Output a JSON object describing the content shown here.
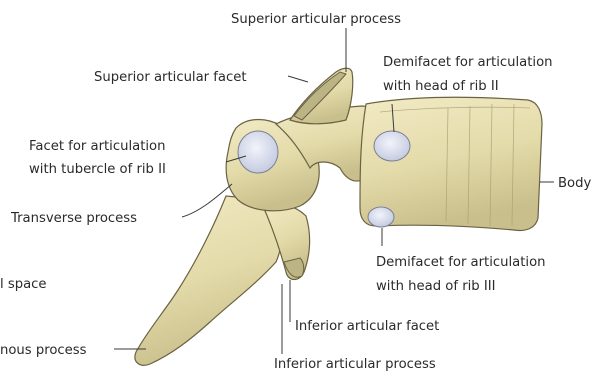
{
  "labels": {
    "superior_articular_process": "Superior articular process",
    "superior_articular_facet": "Superior articular facet",
    "demifacet_rib2_line1": "Demifacet for articulation",
    "demifacet_rib2_line2": "with head of rib II",
    "facet_tubercle_line1": "Facet for articulation",
    "facet_tubercle_line2": "with tubercle of rib II",
    "body": "Body",
    "transverse_process": "Transverse process",
    "space_fragment": "l space",
    "demifacet_rib3_line1": "Demifacet for articulation",
    "demifacet_rib3_line2": "with head of rib III",
    "inferior_articular_facet": "Inferior articular facet",
    "spinous_process_fragment": "nous process",
    "inferior_articular_process": "Inferior articular process"
  },
  "colors": {
    "bone_light": "#efe6bd",
    "bone_mid": "#ddd3a2",
    "bone_shadow": "#c2b886",
    "facet": "#dfe3f2",
    "text": "#2a2a2a"
  }
}
